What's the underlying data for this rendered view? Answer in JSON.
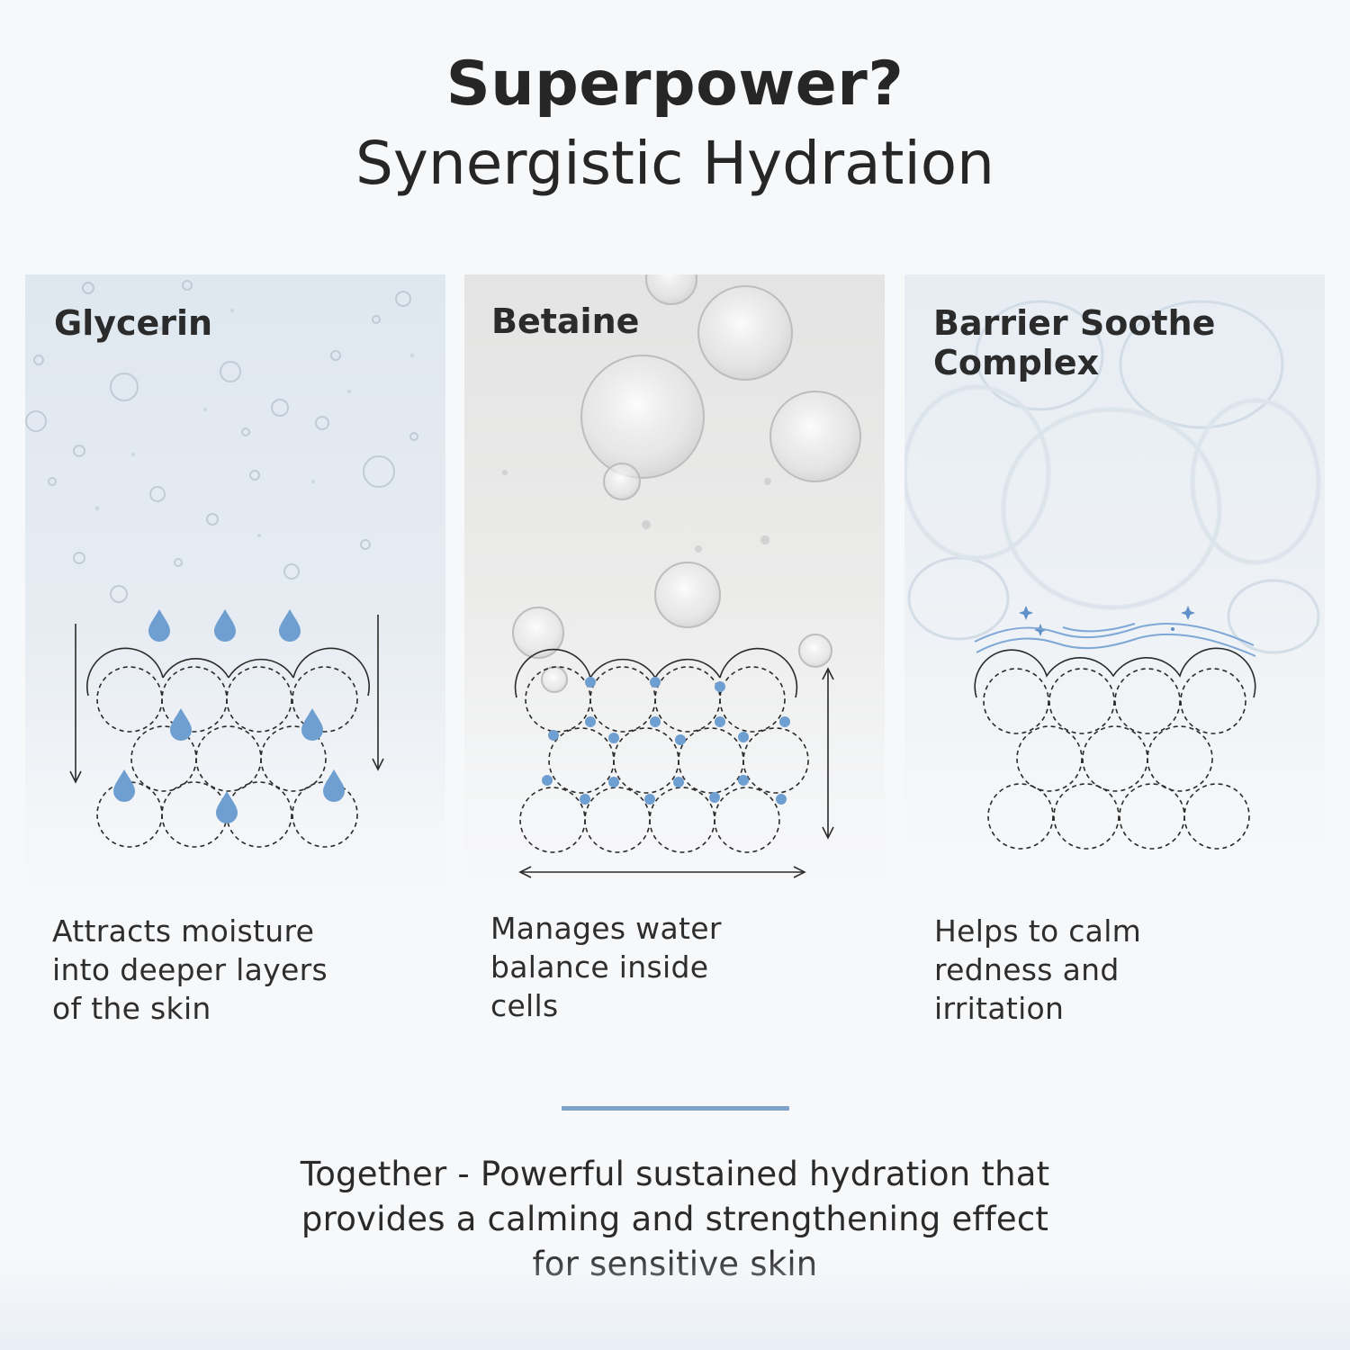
{
  "title": {
    "line1": "Superpower?",
    "line2": "Synergistic Hydration"
  },
  "panels": [
    {
      "heading": "Glycerin",
      "description": [
        "Attracts moisture",
        "into deeper layers",
        "of the skin"
      ]
    },
    {
      "heading": "Betaine",
      "description": [
        "Manages water",
        "balance inside",
        "cells"
      ]
    },
    {
      "heading": "Barrier Soothe Complex",
      "description": [
        "Helps to calm",
        "redness and",
        "irritation"
      ]
    }
  ],
  "statement": [
    "Together - Powerful sustained hydration that",
    "provides a calming and strengthening effect",
    "for sensitive skin"
  ],
  "colors": {
    "accent": "#7fa2c8",
    "drop": "#6f9fd0",
    "text": "#2a2a2a",
    "background": "#f7f8fa"
  },
  "icons": [
    "water-drop-icon",
    "sparkle-icon",
    "wave-icon",
    "arrow-icon"
  ]
}
